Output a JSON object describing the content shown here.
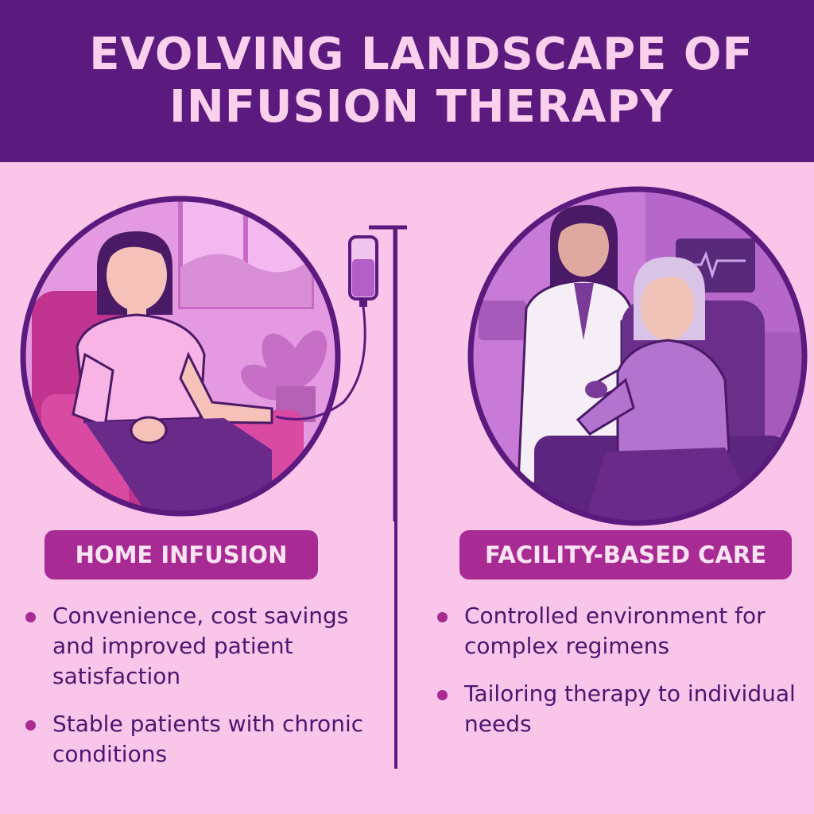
{
  "title_line1": "EVOLVING LANDSCAPE OF",
  "title_line2": "INFUSION THERAPY",
  "left": {
    "heading": "HOME INFUSION",
    "bullets": [
      "Convenience, cost savings and improved patient satisfaction",
      "Stable patients with chronic conditions"
    ]
  },
  "right": {
    "heading": "FACILITY-BASED CARE",
    "bullets": [
      "Controlled environment for complex regimens",
      "Tailoring therapy to individual needs"
    ]
  },
  "colors": {
    "background": "#f9c6ea",
    "header": "#5b1a7e",
    "accent": "#a82a93",
    "text": "#4a1670"
  }
}
